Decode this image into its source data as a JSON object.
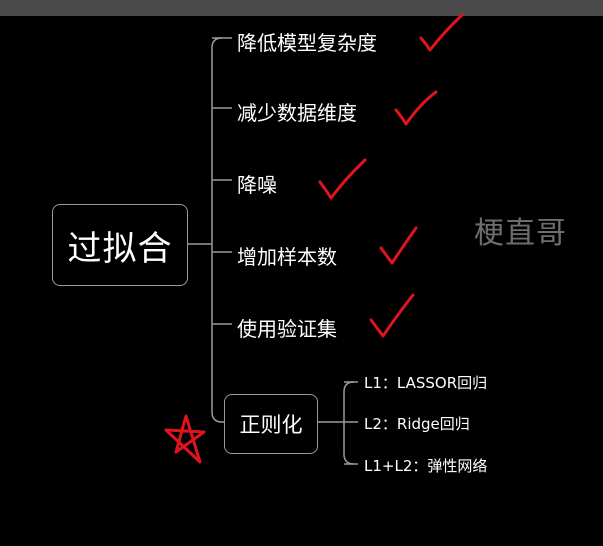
{
  "root": {
    "label": "过拟合"
  },
  "branches": [
    {
      "label": "降低模型复杂度"
    },
    {
      "label": "减少数据维度"
    },
    {
      "label": "降噪"
    },
    {
      "label": "增加样本数"
    },
    {
      "label": "使用验证集"
    }
  ],
  "regularization": {
    "label": "正则化",
    "children": [
      {
        "label": "L1：LASSOR回归"
      },
      {
        "label": "L2：Ridge回归"
      },
      {
        "label": "L1+L2：弹性网络"
      }
    ]
  },
  "watermark": "梗直哥",
  "colors": {
    "background": "#000000",
    "line": "#9a9a9a",
    "annotation": "#e0141e"
  }
}
